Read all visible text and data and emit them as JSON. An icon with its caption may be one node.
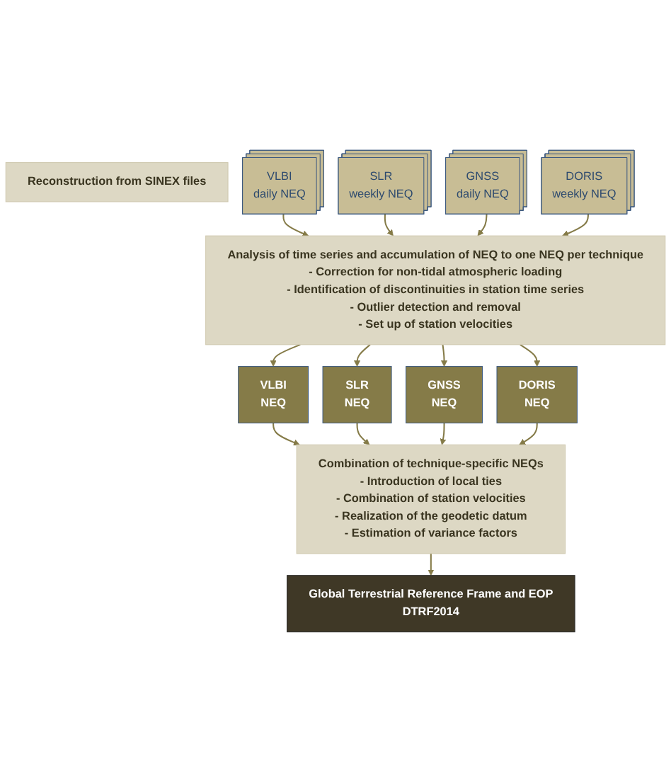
{
  "diagram": {
    "nodes": [
      {
        "text": [
          "Reconstruction from SINEX files"
        ]
      },
      {
        "text": [
          "VLBI",
          "daily NEQ"
        ]
      },
      {
        "text": [
          "SLR",
          "weekly NEQ"
        ]
      },
      {
        "text": [
          "GNSS",
          "daily NEQ"
        ]
      },
      {
        "text": [
          "DORIS",
          "weekly NEQ"
        ]
      },
      {
        "text": [
          "Analysis of time series and accumulation of NEQ to one NEQ per technique",
          "- Correction for non-tidal atmospheric loading",
          "- Identification of discontinuities in station time series",
          "- Outlier detection and removal",
          "- Set up of station velocities"
        ]
      },
      {
        "text": [
          "VLBI",
          "NEQ"
        ]
      },
      {
        "text": [
          "SLR",
          "NEQ"
        ]
      },
      {
        "text": [
          "GNSS",
          "NEQ"
        ]
      },
      {
        "text": [
          "DORIS",
          "NEQ"
        ]
      },
      {
        "text": [
          "Combination of technique-specific NEQs",
          "- Introduction of local ties",
          "- Combination of station velocities",
          "- Realization of the geodetic datum",
          "- Estimation of variance factors"
        ]
      },
      {
        "text": [
          "Global Terrestrial Reference Frame and EOP",
          "DTRF2014"
        ]
      }
    ],
    "edges": [
      {
        "from": 1,
        "to": 5,
        "arrow": "to"
      },
      {
        "from": 2,
        "to": 5,
        "arrow": "to"
      },
      {
        "from": 3,
        "to": 5,
        "arrow": "to"
      },
      {
        "from": 4,
        "to": 5,
        "arrow": "to"
      },
      {
        "from": 5,
        "to": 6,
        "arrow": "to"
      },
      {
        "from": 5,
        "to": 7,
        "arrow": "to"
      },
      {
        "from": 5,
        "to": 8,
        "arrow": "to"
      },
      {
        "from": 5,
        "to": 9,
        "arrow": "to"
      },
      {
        "from": 6,
        "to": 10,
        "arrow": "to"
      },
      {
        "from": 7,
        "to": 10,
        "arrow": "to"
      },
      {
        "from": 8,
        "to": 10,
        "arrow": "to"
      },
      {
        "from": 9,
        "to": 10,
        "arrow": "to"
      },
      {
        "from": 10,
        "to": 11,
        "arrow": "to"
      }
    ]
  }
}
